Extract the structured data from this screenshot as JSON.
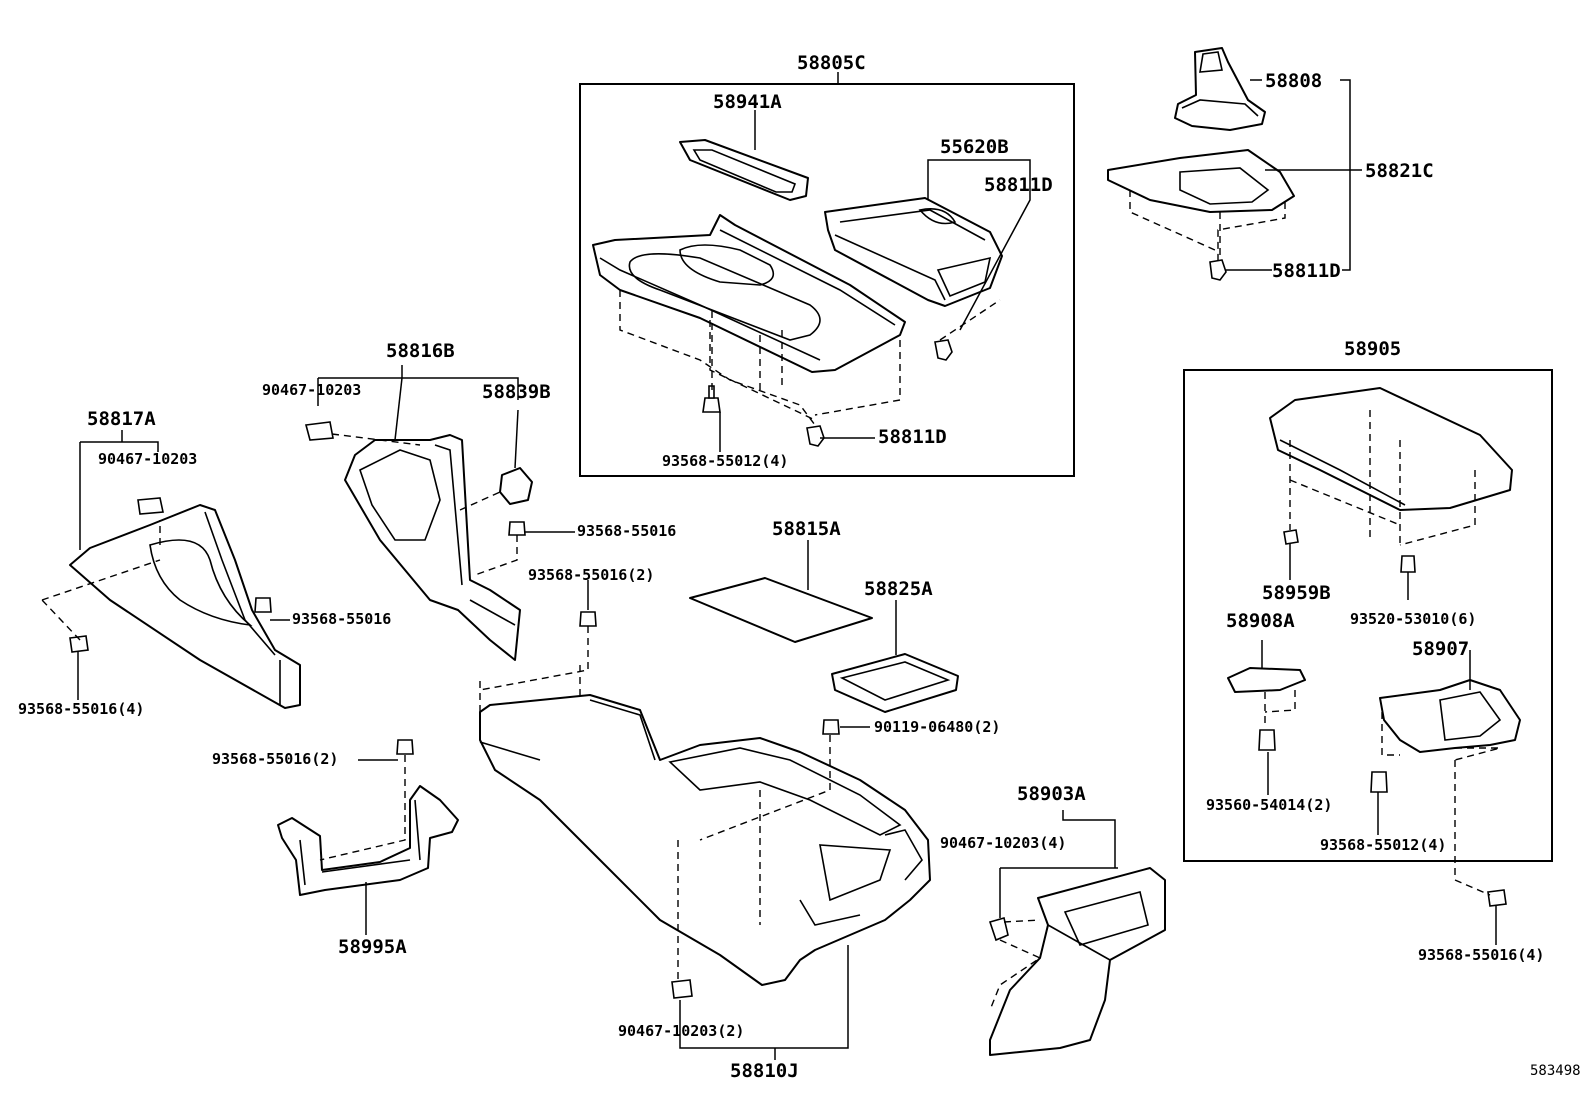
{
  "parts": {
    "p58805C": "58805C",
    "p58941A": "58941A",
    "p55620B": "55620B",
    "p58811D_top": "58811D",
    "p58811D_mid": "58811D",
    "p93568_55012_4a": "93568-55012(4)",
    "p58808": "58808",
    "p58821C": "58821C",
    "p58811D_right": "58811D",
    "p58816B": "58816B",
    "p90467_10203_a": "90467-10203",
    "p58839B": "58839B",
    "p58817A": "58817A",
    "p90467_10203_b": "90467-10203",
    "p93568_55016_a": "93568-55016",
    "p93568_55016_b": "93568-55016",
    "p93568_55016_4a": "93568-55016(4)",
    "p93568_55016_2a": "93568-55016(2)",
    "p93568_55016_2b": "93568-55016(2)",
    "p58995A": "58995A",
    "p58815A": "58815A",
    "p58825A": "58825A",
    "p90119_06480_2": "90119-06480(2)",
    "p58905": "58905",
    "p58959B": "58959B",
    "p93520_53010_6": "93520-53010(6)",
    "p58908A": "58908A",
    "p58907": "58907",
    "p93560_54014_2": "93560-54014(2)",
    "p93568_55012_4b": "93568-55012(4)",
    "p93568_55016_4b": "93568-55016(4)",
    "p58903A": "58903A",
    "p90467_10203_4": "90467-10203(4)",
    "p90467_10203_2": "90467-10203(2)",
    "p58810J": "58810J"
  },
  "diagram_id": "583498"
}
